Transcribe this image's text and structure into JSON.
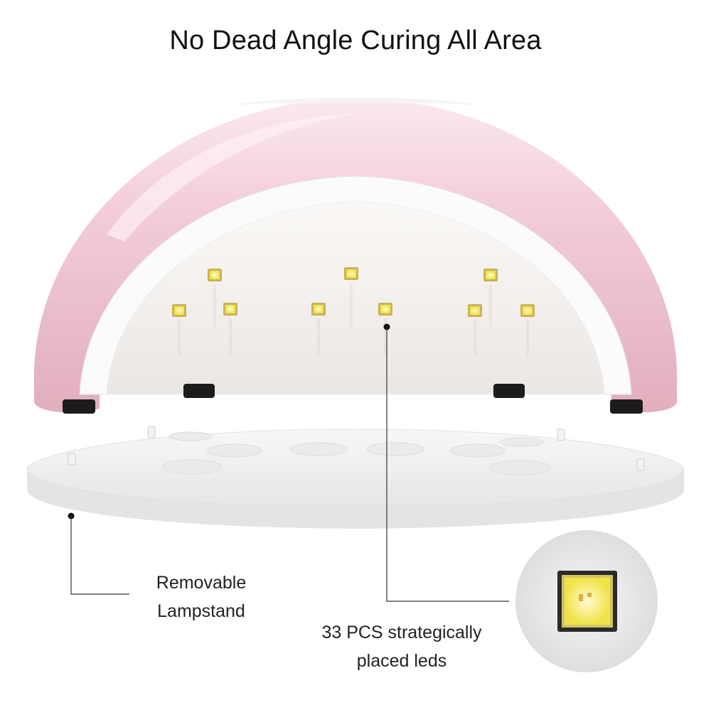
{
  "headline": "No Dead Angle Curing All Area",
  "callouts": {
    "lampstand": {
      "line1": "Removable",
      "line2": "Lampstand"
    },
    "leds": {
      "line1": "33 PCS strategically",
      "line2": "placed leds"
    }
  },
  "colors": {
    "shell_pink": "#efc3cf",
    "shell_highlight": "#fae6ec",
    "inner_white": "#f6f3f1",
    "led_yellow": "#f4ec6a",
    "feet": "#1c1c1c"
  },
  "icons": {
    "lamp": "nail-lamp-illustration",
    "led": "led-chip-icon",
    "zoom": "led-zoom-icon"
  }
}
